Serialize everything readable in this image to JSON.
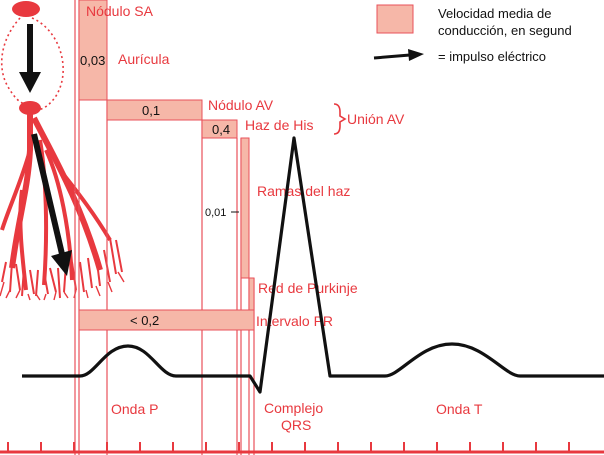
{
  "colors": {
    "red": "#e8393f",
    "fill": "#f6b7a8",
    "stroke": "#e8505a",
    "black": "#111111"
  },
  "legend": {
    "speed_title_line1": "Velocidad media de",
    "speed_title_line2": "conducción, en segund",
    "arrow_label": "= impulso eléctrico"
  },
  "structures": {
    "sa_node": "Nódulo SA",
    "atrium": "Aurícula",
    "av_node": "Nódulo AV",
    "his_bundle": "Haz de His",
    "av_junction": "Unión AV",
    "bundle_branches": "Ramas del haz",
    "purkinje": "Red de Purkinje",
    "pr_interval": "Intervalo PR"
  },
  "values": {
    "atrium": "0,03",
    "av_node": "0,1",
    "his": "0,4",
    "branches": "0,01",
    "pr": "< 0,2"
  },
  "waves": {
    "p": "Onda P",
    "qrs_line1": "Complejo",
    "qrs_line2": "QRS",
    "t": "Onda T"
  },
  "icons": [
    "heart-conduction-icon",
    "impulse-arrow-icon"
  ]
}
